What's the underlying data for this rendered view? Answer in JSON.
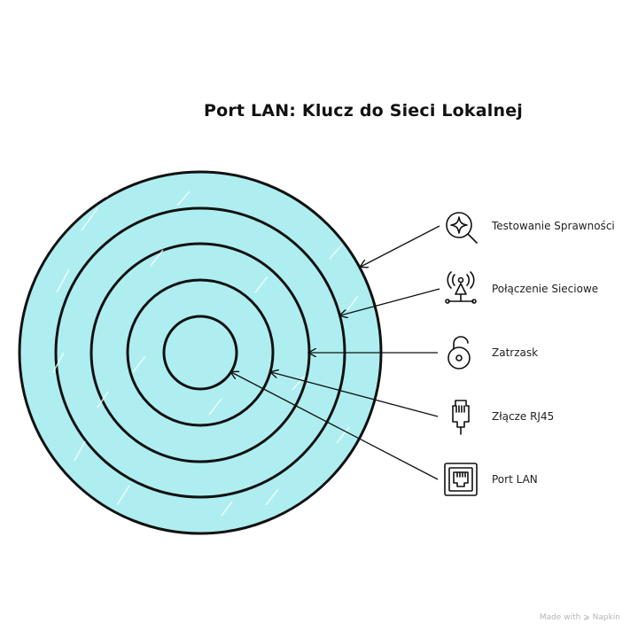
{
  "title": "Port LAN: Klucz do Sieci Lokalnej",
  "colors": {
    "ring_fill": "#aeeef0",
    "stroke": "#111111"
  },
  "layers": [
    {
      "label": "Testowanie Sprawności",
      "icon": "search-sparkle-icon"
    },
    {
      "label": "Połączenie Sieciowe",
      "icon": "antenna-network-icon"
    },
    {
      "label": "Zatrzask",
      "icon": "unlocked-padlock-icon"
    },
    {
      "label": "Złącze RJ45",
      "icon": "rj45-connector-icon"
    },
    {
      "label": "Port LAN",
      "icon": "ethernet-port-icon"
    }
  ],
  "watermark": {
    "prefix": "Made with",
    "brand": "Napkin"
  }
}
